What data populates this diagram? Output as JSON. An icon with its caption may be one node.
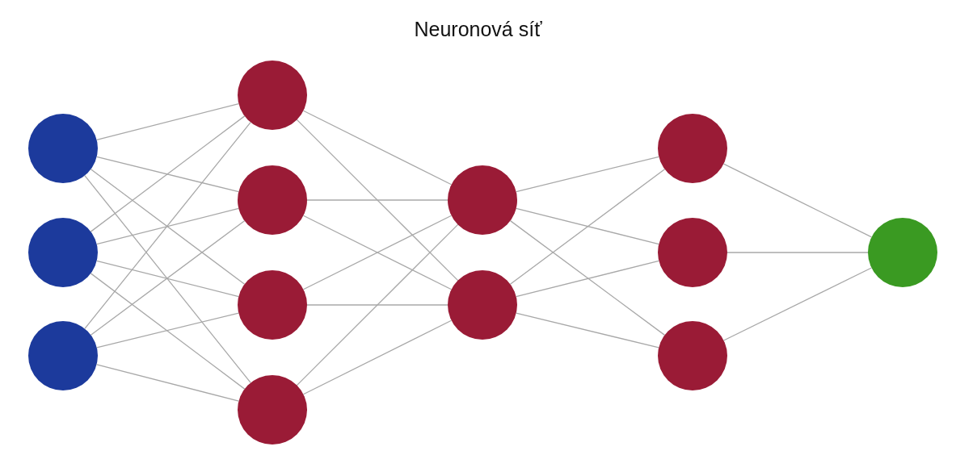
{
  "diagram": {
    "title": "Neuronová síť",
    "nodes": [
      {
        "text": [],
        "shape": "circle"
      },
      {
        "text": [],
        "shape": "circle"
      },
      {
        "text": [],
        "shape": "circle"
      },
      {
        "text": [],
        "shape": "circle"
      },
      {
        "text": [],
        "shape": "circle"
      },
      {
        "text": [],
        "shape": "circle"
      },
      {
        "text": [],
        "shape": "circle"
      },
      {
        "text": [],
        "shape": "circle"
      },
      {
        "text": [],
        "shape": "circle"
      },
      {
        "text": [],
        "shape": "circle"
      },
      {
        "text": [],
        "shape": "circle"
      },
      {
        "text": [],
        "shape": "circle"
      },
      {
        "text": [],
        "shape": "circle"
      }
    ],
    "edges": [
      {
        "from": 0,
        "to": 3,
        "arrow": "none"
      },
      {
        "from": 0,
        "to": 4,
        "arrow": "none"
      },
      {
        "from": 0,
        "to": 5,
        "arrow": "none"
      },
      {
        "from": 0,
        "to": 6,
        "arrow": "none"
      },
      {
        "from": 1,
        "to": 3,
        "arrow": "none"
      },
      {
        "from": 1,
        "to": 4,
        "arrow": "none"
      },
      {
        "from": 1,
        "to": 5,
        "arrow": "none"
      },
      {
        "from": 1,
        "to": 6,
        "arrow": "none"
      },
      {
        "from": 2,
        "to": 3,
        "arrow": "none"
      },
      {
        "from": 2,
        "to": 4,
        "arrow": "none"
      },
      {
        "from": 2,
        "to": 5,
        "arrow": "none"
      },
      {
        "from": 2,
        "to": 6,
        "arrow": "none"
      },
      {
        "from": 3,
        "to": 7,
        "arrow": "none"
      },
      {
        "from": 3,
        "to": 8,
        "arrow": "none"
      },
      {
        "from": 4,
        "to": 7,
        "arrow": "none"
      },
      {
        "from": 4,
        "to": 8,
        "arrow": "none"
      },
      {
        "from": 5,
        "to": 7,
        "arrow": "none"
      },
      {
        "from": 5,
        "to": 8,
        "arrow": "none"
      },
      {
        "from": 6,
        "to": 7,
        "arrow": "none"
      },
      {
        "from": 6,
        "to": 8,
        "arrow": "none"
      },
      {
        "from": 7,
        "to": 9,
        "arrow": "none"
      },
      {
        "from": 7,
        "to": 10,
        "arrow": "none"
      },
      {
        "from": 7,
        "to": 11,
        "arrow": "none"
      },
      {
        "from": 8,
        "to": 9,
        "arrow": "none"
      },
      {
        "from": 8,
        "to": 10,
        "arrow": "none"
      },
      {
        "from": 8,
        "to": 11,
        "arrow": "none"
      },
      {
        "from": 9,
        "to": 12,
        "arrow": "none"
      },
      {
        "from": 10,
        "to": 12,
        "arrow": "none"
      },
      {
        "from": 11,
        "to": 12,
        "arrow": "none"
      }
    ]
  }
}
